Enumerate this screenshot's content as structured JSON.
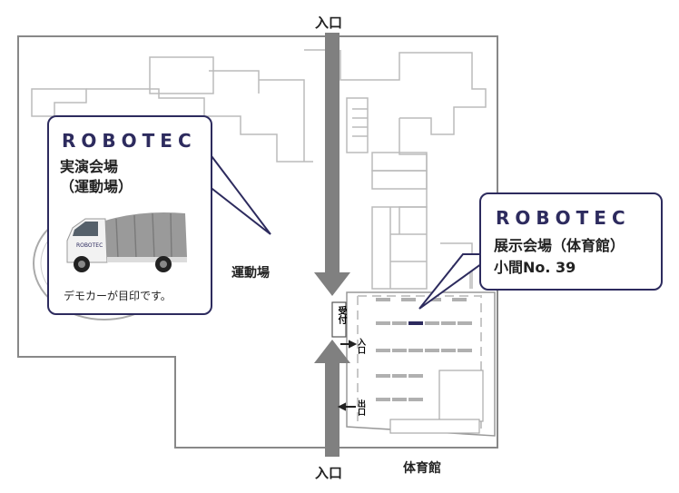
{
  "map": {
    "entrance_top": "入口",
    "entrance_bottom": "入口",
    "field_label": "運動場",
    "gym_label": "体育館",
    "reception": "受付",
    "gym_entrance": "入口",
    "gym_exit": "出口",
    "arrow_color": "#808080",
    "booth_highlight_color": "#2d2b5e"
  },
  "demo_callout": {
    "brand": "ROBOTEC",
    "venue_line1": "実演会場",
    "venue_line2": "（運動場）",
    "note": "デモカーが目印です。"
  },
  "booth_callout": {
    "brand": "ROBOTEC",
    "venue_line1": "展示会場（体育館）",
    "venue_line2": "小間No. 39"
  }
}
